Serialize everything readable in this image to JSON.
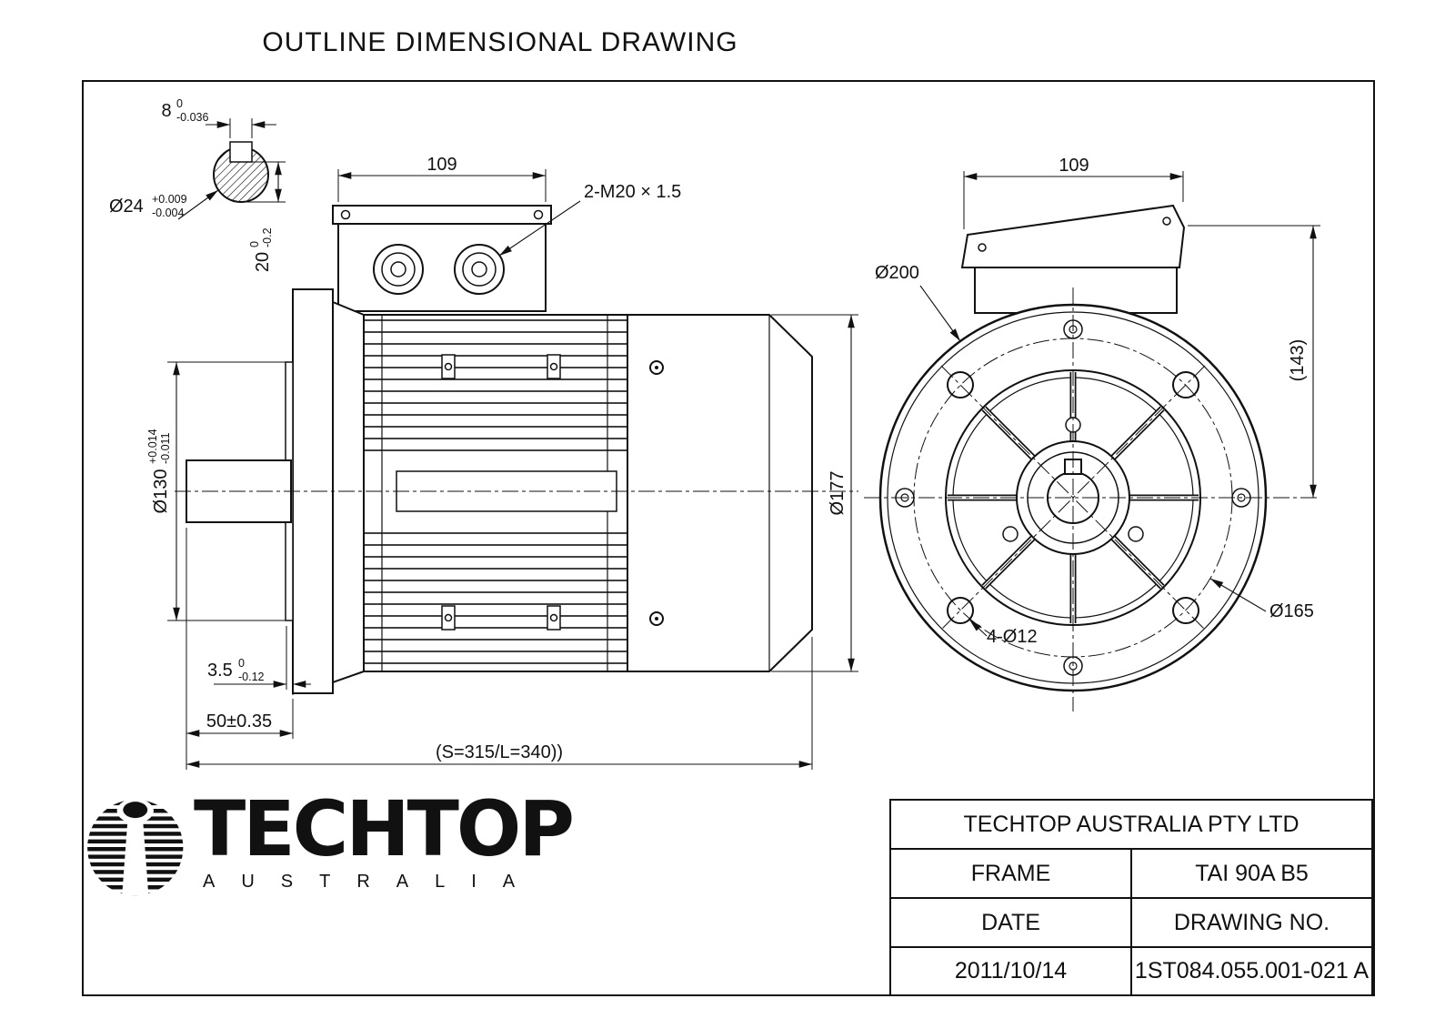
{
  "title": "OUTLINE DIMENSIONAL DRAWING",
  "side_view": {
    "box_width": "109",
    "gland_label": "2-M20 × 1.5",
    "key_width": "8",
    "key_width_tol_up": "0",
    "key_width_tol_low": "-0.036",
    "shaft_dia": "Ø24",
    "shaft_dia_tol_up": "+0.009",
    "shaft_dia_tol_low": "-0.004",
    "shaft_flat": "20",
    "shaft_flat_tol_up": "0",
    "shaft_flat_tol_low": "-0.2",
    "spigot_dia": "Ø130",
    "spigot_dia_tol_up": "+0.014",
    "spigot_dia_tol_low": "-0.011",
    "flange_depth": "3.5",
    "flange_depth_tol_up": "0",
    "flange_depth_tol_low": "-0.12",
    "shaft_length": "50±0.35",
    "overall_length": "(S=315/L=340))",
    "body_dia": "Ø177"
  },
  "front_view": {
    "box_width": "109",
    "box_height": "(143)",
    "flange_dia": "Ø200",
    "bolt_circle_dia": "Ø165",
    "bolt_holes": "4-Ø12"
  },
  "logo": {
    "name": "TECHTOP",
    "subtitle": "AUSTRALIA"
  },
  "title_block": {
    "company": "TECHTOP AUSTRALIA PTY LTD",
    "frame_label": "FRAME",
    "frame_value": "TAI 90A B5",
    "date_label": "DATE",
    "drawing_label": "DRAWING NO.",
    "date_value": "2011/10/14",
    "drawing_value": "1ST084.055.001-021 A"
  }
}
